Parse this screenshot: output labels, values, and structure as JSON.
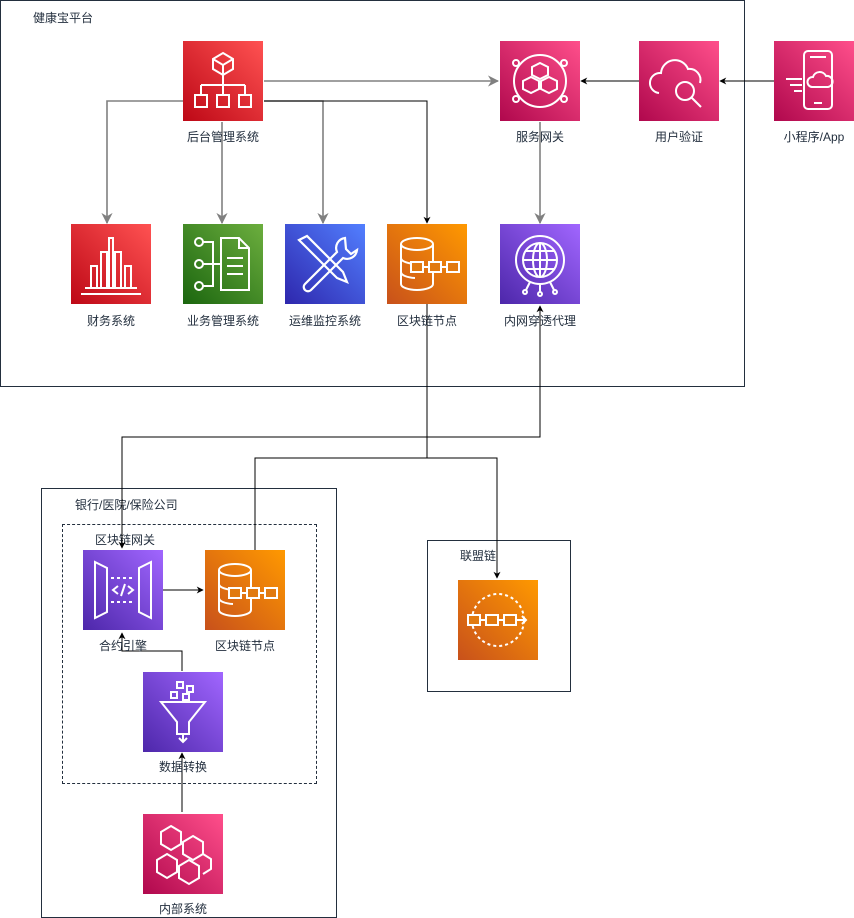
{
  "groups": {
    "platform": "健康宝平台",
    "institution": "银行/医院/保险公司",
    "blockchain_gateway": "区块链网关",
    "consortium": "联盟链"
  },
  "nodes": {
    "admin": "后台管理系统",
    "gateway": "服务网关",
    "auth": "用户验证",
    "miniapp": "小程序/App",
    "finance": "财务系统",
    "business": "业务管理系统",
    "ops": "运维监控系统",
    "bc_node_platform": "区块链节点",
    "intranet_proxy": "内网穿透代理",
    "contract_engine": "合约引擎",
    "bc_node_gateway": "区块链节点",
    "data_transform": "数据转换",
    "internal": "内部系统"
  },
  "colors": {
    "pink": "#e7157b",
    "pink_light": "#f34482",
    "red": "#dd344c",
    "red_light": "#c7131f",
    "green": "#3f8624",
    "green_light": "#7aa116",
    "blue": "#3334b9",
    "blue_light": "#4d72f3",
    "orange": "#d45b07",
    "orange_light": "#f78e04",
    "purple": "#4d27aa",
    "purple_light": "#a166ff",
    "edge_gray": "#808080",
    "edge_black": "#000000"
  },
  "icons": {
    "admin": "organization-tree-icon",
    "gateway": "cubes-hub-icon",
    "auth": "cloud-search-icon",
    "miniapp": "mobile-cloud-icon",
    "finance": "buildings-icon",
    "business": "document-tree-icon",
    "ops": "tools-icon",
    "bc_node_platform": "database-chain-icon",
    "intranet_proxy": "globe-network-icon",
    "contract_engine": "api-gateway-icon",
    "bc_node_gateway": "database-chain-icon",
    "data_transform": "funnel-icon",
    "internal": "hexagons-icon",
    "consortium": "chain-icon"
  }
}
